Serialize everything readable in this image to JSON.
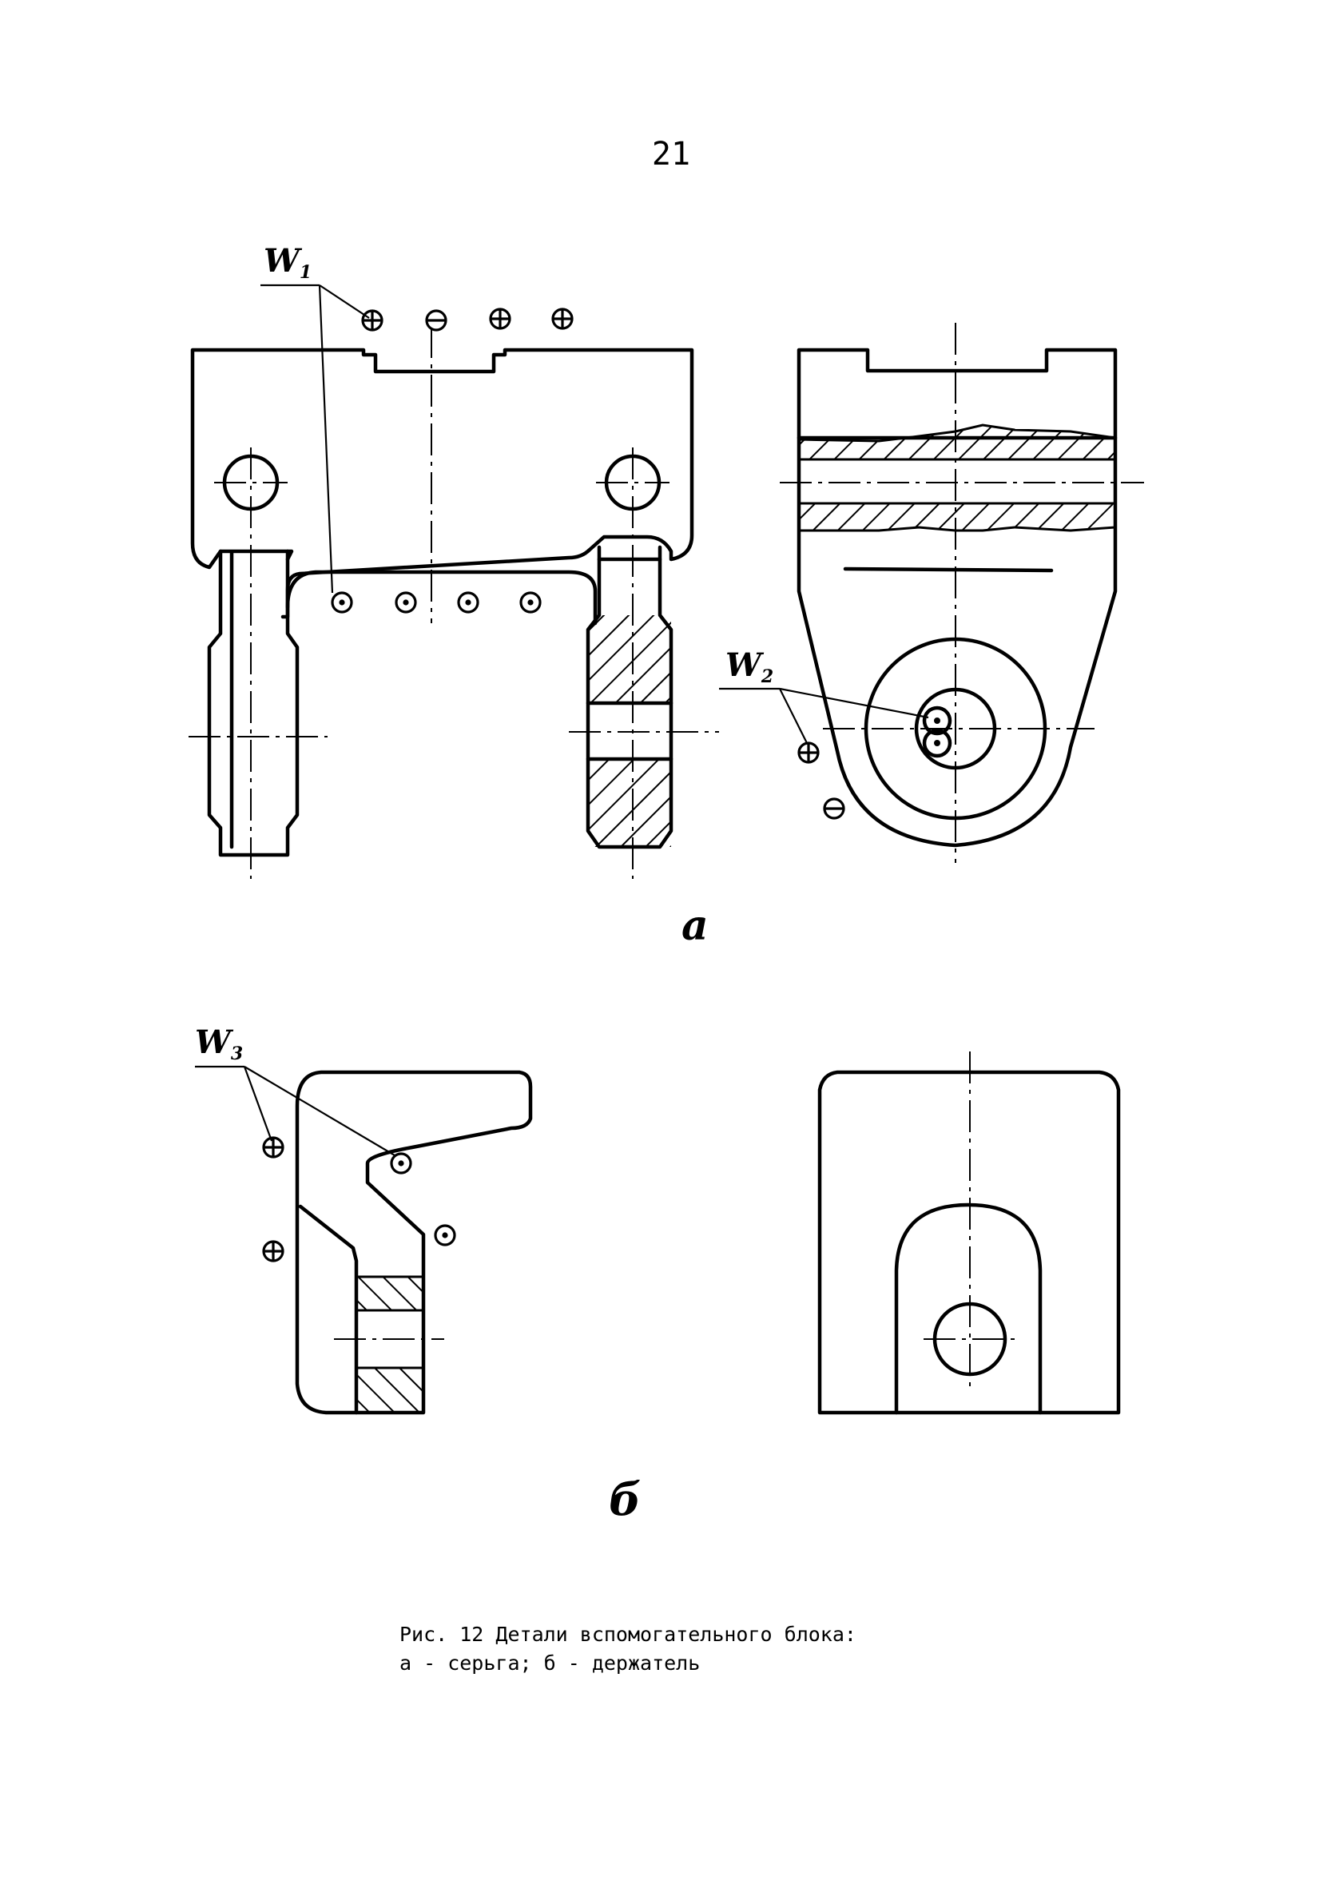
{
  "page_number": "21",
  "figure_a": {
    "label": "а",
    "markers": [
      {
        "letter": "W",
        "index": "1"
      },
      {
        "letter": "W",
        "index": "2"
      }
    ]
  },
  "figure_b": {
    "label": "б",
    "markers": [
      {
        "letter": "W",
        "index": "3"
      }
    ]
  },
  "caption": {
    "line1": "Рис. 12 Детали вспомогательного блока:",
    "line2": "а - серьга; б - держатель"
  }
}
